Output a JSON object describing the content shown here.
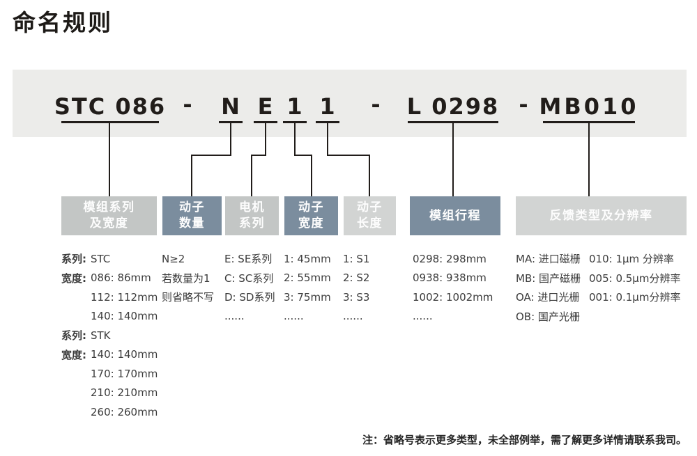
{
  "title": "命名规则",
  "code": {
    "series": "STC 086",
    "dash": "-",
    "mover_count": "N",
    "motor_series": "E",
    "mover_width": "1",
    "mover_length": "1",
    "stroke": "L 0298",
    "feedback": "MB010"
  },
  "boxes": {
    "series_width": {
      "line1": "模组系列",
      "line2": "及宽度"
    },
    "mover_count": {
      "line1": "动子",
      "line2": "数量"
    },
    "motor_series": {
      "line1": "电机",
      "line2": "系列"
    },
    "mover_width": {
      "line1": "动子",
      "line2": "宽度"
    },
    "mover_length": {
      "line1": "动子",
      "line2": "长度"
    },
    "stroke": {
      "line1": "模组行程"
    },
    "feedback": {
      "line1": "反馈类型及分辨率"
    }
  },
  "legend": {
    "series_width": [
      {
        "label": "系列:",
        "value": "STC"
      },
      {
        "label": "宽度:",
        "value": "086: 86mm"
      },
      {
        "label": "",
        "value": "112: 112mm"
      },
      {
        "label": "",
        "value": "140: 140mm"
      },
      {
        "label": "系列:",
        "value": "STK"
      },
      {
        "label": "宽度:",
        "value": "140: 140mm"
      },
      {
        "label": "",
        "value": "170: 170mm"
      },
      {
        "label": "",
        "value": "210: 210mm"
      },
      {
        "label": "",
        "value": "260: 260mm"
      }
    ],
    "mover_count": [
      "N≥2",
      "若数量为1",
      "则省略不写"
    ],
    "motor_series": [
      "E: SE系列",
      "C: SC系列",
      "D: SD系列",
      "......"
    ],
    "mover_width": [
      "1: 45mm",
      "2: 55mm",
      "3: 75mm",
      "......"
    ],
    "mover_length": [
      "1: S1",
      "2: S2",
      "3: S3",
      "......"
    ],
    "stroke": [
      "0298: 298mm",
      "0938: 938mm",
      "1002: 1002mm",
      "......"
    ],
    "feedback": [
      {
        "type": "MA: 进口磁栅",
        "res": "010: 1μm 分辨率"
      },
      {
        "type": "MB: 国产磁栅",
        "res": "005: 0.5μm分辨率"
      },
      {
        "type": "OA: 进口光栅",
        "res": "001: 0.1μm分辨率"
      },
      {
        "type": "OB: 国产光栅",
        "res": ""
      }
    ]
  },
  "note": "注：省略号表示更多类型，未全部例举，需了解更多详情请联系我司。",
  "colors": {
    "panel": "#ececea",
    "box_gray": "#c3c6c5",
    "box_gray_light": "#d2d4d3",
    "box_slate": "#7b8d9e",
    "ink": "#211d1a",
    "body_text": "#3b3b3b"
  }
}
